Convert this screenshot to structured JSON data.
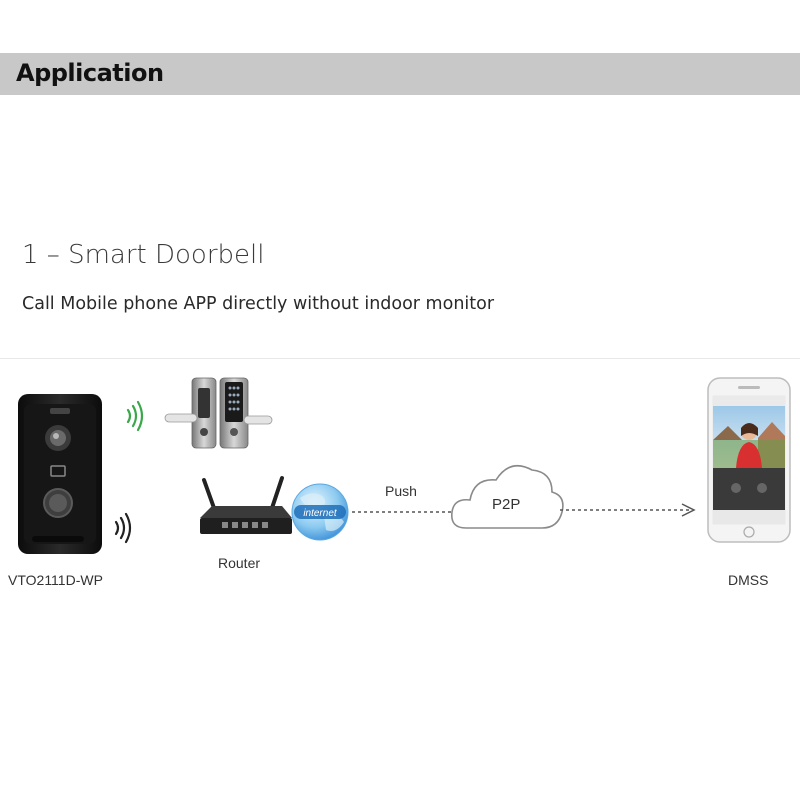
{
  "header": {
    "title": "Application"
  },
  "section": {
    "title": "1 – Smart Doorbell",
    "subtitle": "Call Mobile phone APP directly without indoor monitor"
  },
  "diagram": {
    "doorbell_label": "VTO2111D-WP",
    "router_label": "Router",
    "internet_label": "internet",
    "push_label": "Push",
    "p2p_label": "P2P",
    "dmss_label": "DMSS"
  },
  "colors": {
    "header_bg": "#c8c8c8",
    "wifi_green": "#3aa84a",
    "globe_blue": "#3a8fd8",
    "doorbell_body": "#1c1c1c"
  }
}
